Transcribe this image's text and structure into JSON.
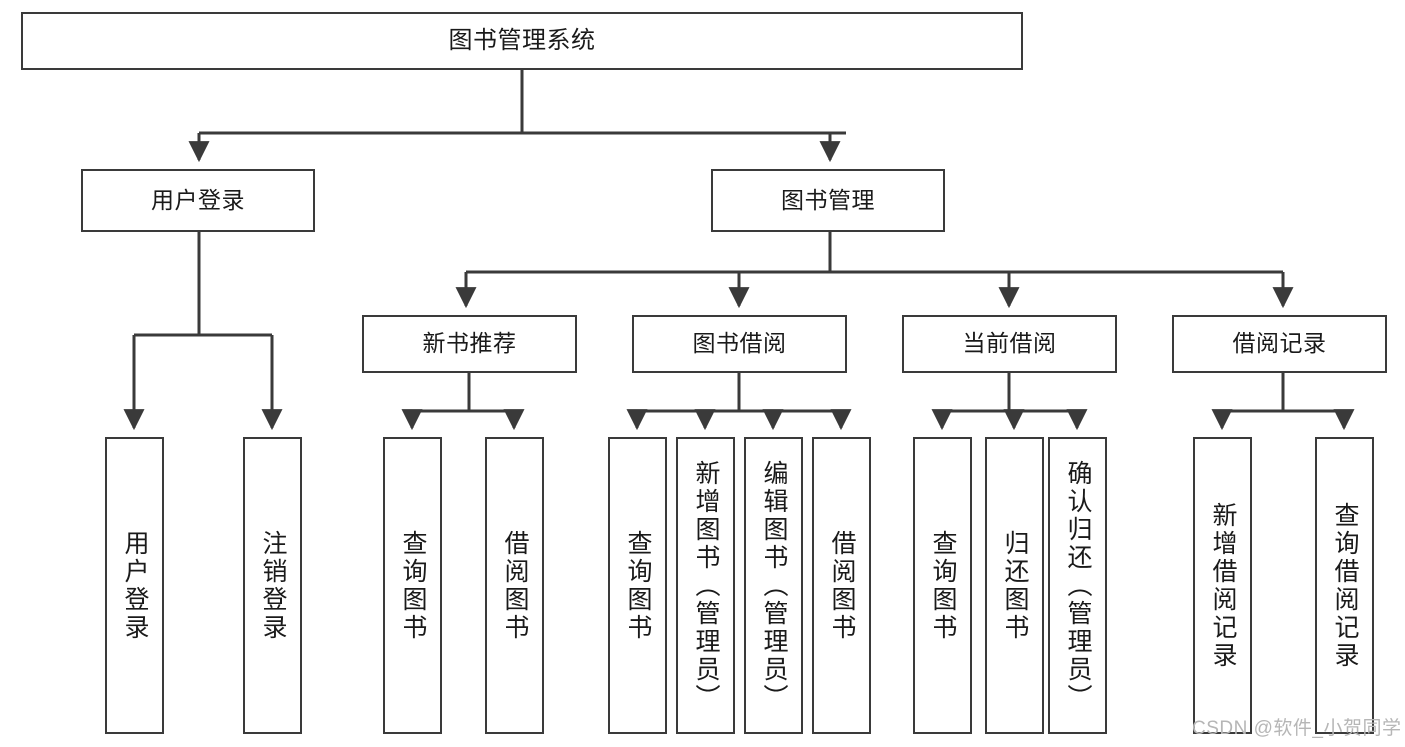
{
  "diagram": {
    "title": "图书管理系统",
    "type": "hierarchy-tree",
    "orientation": "top-down",
    "colors": {
      "box_border": "#3a3a3a",
      "box_fill": "#ffffff",
      "edge": "#3a3a3a",
      "text": "#1a1a1a",
      "watermark": "#b6b6b6"
    },
    "root": {
      "label": "图书管理系统"
    },
    "level2": [
      {
        "label": "用户登录"
      },
      {
        "label": "图书管理"
      }
    ],
    "level3": [
      {
        "label": "新书推荐"
      },
      {
        "label": "图书借阅"
      },
      {
        "label": "当前借阅"
      },
      {
        "label": "借阅记录"
      }
    ],
    "leaves": {
      "user_login": [
        {
          "label": "用户登录"
        },
        {
          "label": "注销登录"
        }
      ],
      "new_book_recommend": [
        {
          "label": "查询图书"
        },
        {
          "label": "借阅图书"
        }
      ],
      "book_borrow": [
        {
          "label": "查询图书"
        },
        {
          "label": "新增图书（管理员）"
        },
        {
          "label": "编辑图书（管理员）"
        },
        {
          "label": "借阅图书"
        }
      ],
      "current_borrow": [
        {
          "label": "查询图书"
        },
        {
          "label": "归还图书"
        },
        {
          "label": "确认归还（管理员）"
        }
      ],
      "borrow_record": [
        {
          "label": "新增借阅记录"
        },
        {
          "label": "查询借阅记录"
        }
      ]
    }
  },
  "watermark": {
    "text": "CSDN @软件_小贺同学"
  }
}
